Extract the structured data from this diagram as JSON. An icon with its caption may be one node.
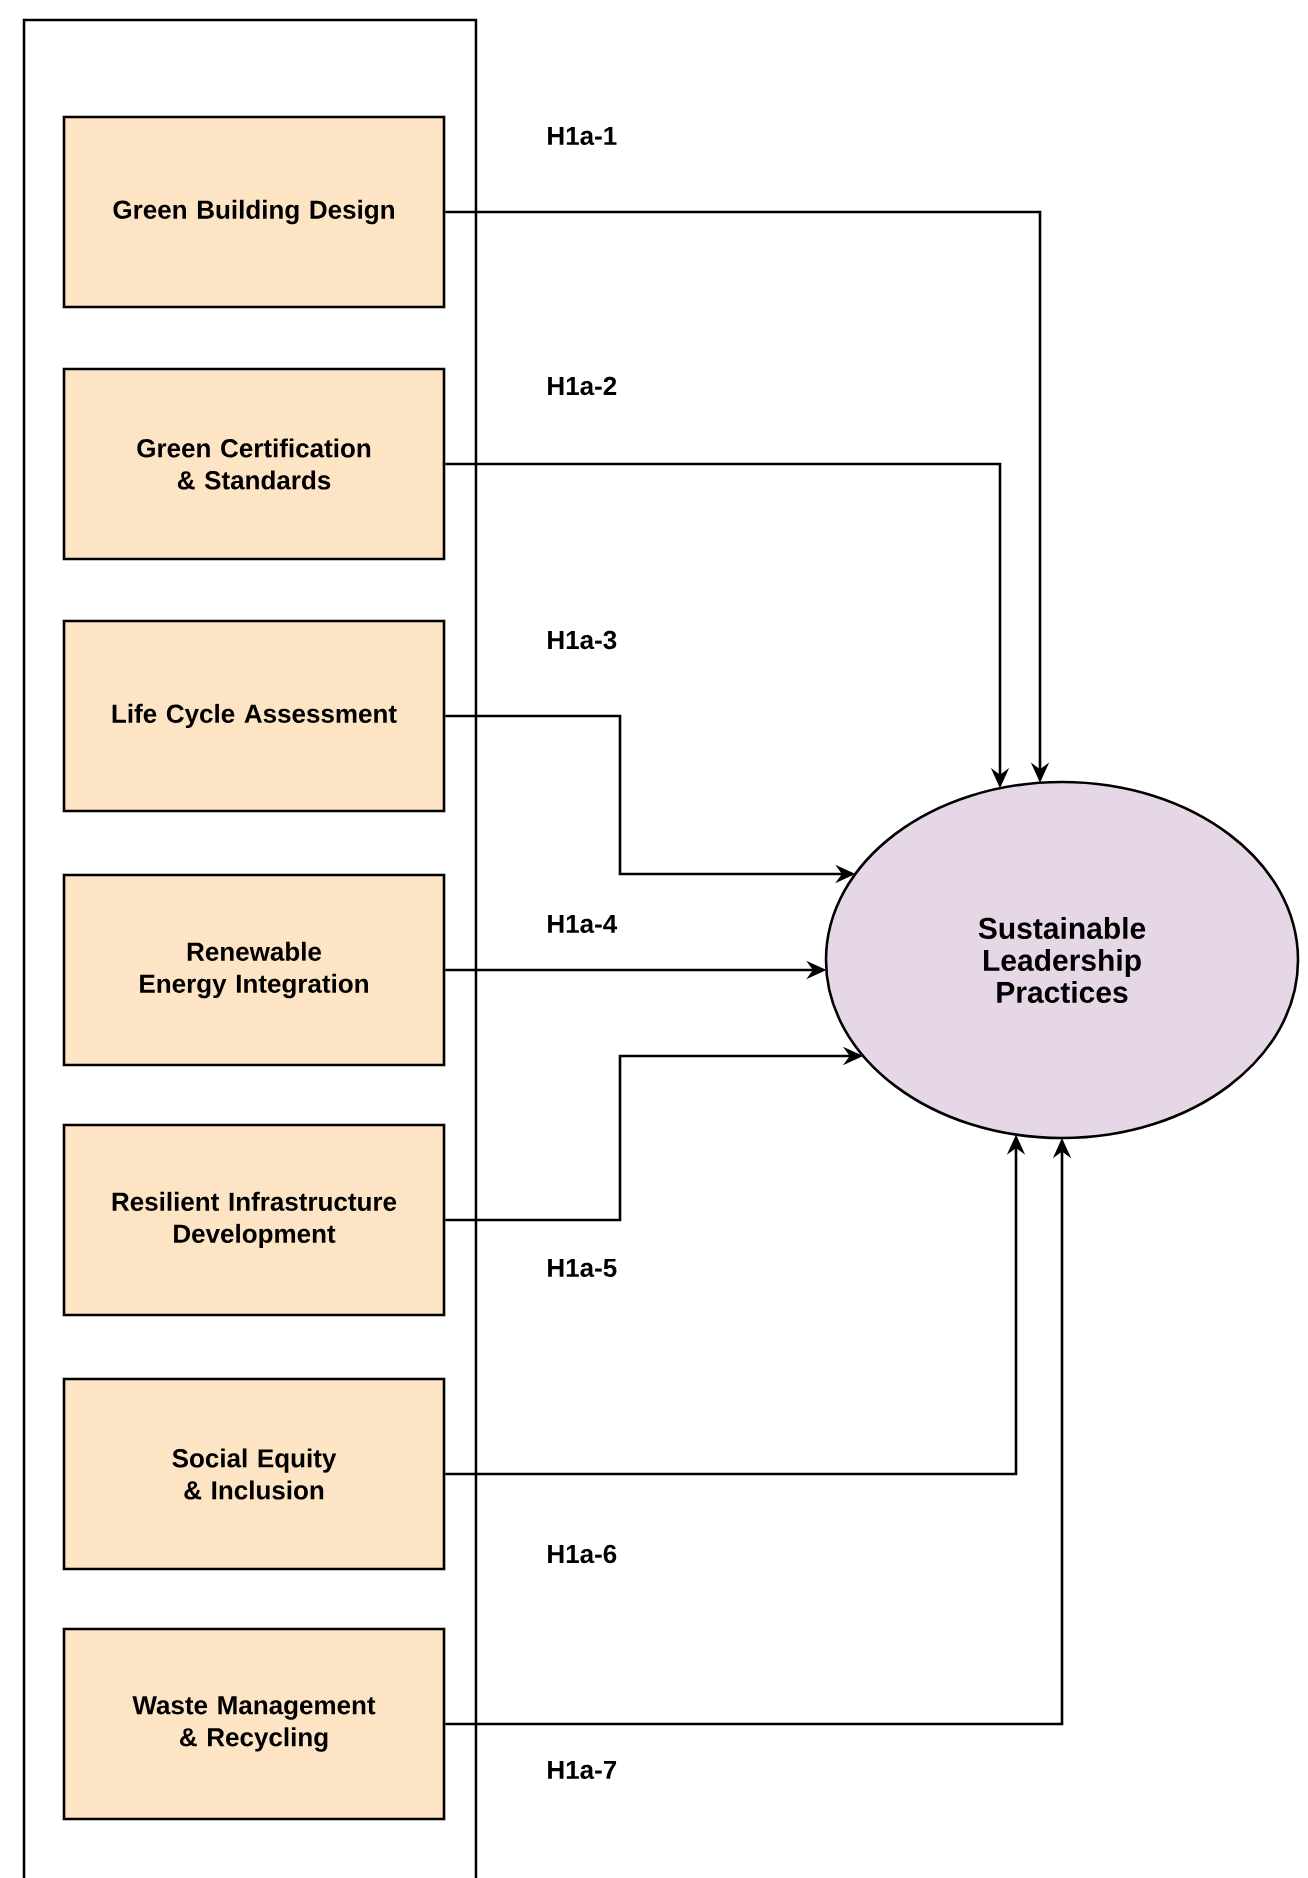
{
  "diagram": {
    "nodes": [
      {
        "text": [],
        "shape": "box"
      },
      {
        "text": [
          "Green Building Design"
        ],
        "in": 0
      },
      {
        "text": [
          "Green Certification & Standards"
        ],
        "in": 0
      },
      {
        "text": [
          "Life Cycle Assessment"
        ],
        "in": 0
      },
      {
        "text": [
          "Renewable Energy Integration"
        ],
        "in": 0
      },
      {
        "text": [
          "Resilient Infrastructure Development"
        ],
        "in": 0
      },
      {
        "text": [
          "Social Equity & Inclusion"
        ],
        "in": 0
      },
      {
        "text": [
          "Waste Management & Recycling"
        ],
        "in": 0
      },
      {
        "text": [
          "Sustainable Leadership Practices"
        ]
      }
    ],
    "edges": [
      {
        "from": 1,
        "to": 8,
        "arrow": "to",
        "label": "H1a-1"
      },
      {
        "from": 2,
        "to": 8,
        "arrow": "to",
        "label": "H1a-2"
      },
      {
        "from": 3,
        "to": 8,
        "arrow": "to",
        "label": "H1a-3"
      },
      {
        "from": 4,
        "to": 8,
        "arrow": "to",
        "label": "H1a-4"
      },
      {
        "from": 5,
        "to": 8,
        "arrow": "to",
        "label": "H1a-5"
      },
      {
        "from": 6,
        "to": 8,
        "arrow": "to",
        "label": "H1a-6"
      },
      {
        "from": 7,
        "to": 8,
        "arrow": "to",
        "label": "H1a-7"
      }
    ]
  }
}
